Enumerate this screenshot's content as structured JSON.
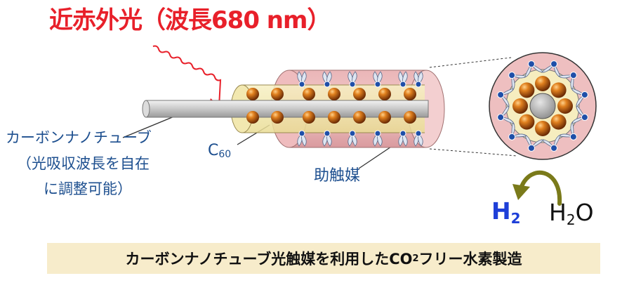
{
  "labels": {
    "light": "近赤外光（波長680 nm）",
    "nanotube_line1": "カーボンナノチューブ",
    "nanotube_line2": "（光吸収波長を自在",
    "nanotube_line3": "に調整可能）",
    "c60_base": "C",
    "c60_sub": "60",
    "cocatalyst": "助触媒",
    "h2_base": "H",
    "h2_sub": "2",
    "h2o_base": "H",
    "h2o_sub": "2",
    "h2o_tail": "O"
  },
  "banner": {
    "part1": "カーボンナノチューブ光触媒を利用したCO",
    "sub": "2",
    "part2": "フリー水素製造"
  },
  "colors": {
    "light_arrow": "#e8202a",
    "text_blue": "#1d4f8f",
    "h2_blue": "#1e3fd8",
    "banner_bg": "#f7eccb",
    "cylinder_pink": "#e8aeb0",
    "fullerene_orange": "#d06a12",
    "cocatalyst_dot": "#1f4fa8",
    "reaction_arrow": "#7a7a1a"
  }
}
